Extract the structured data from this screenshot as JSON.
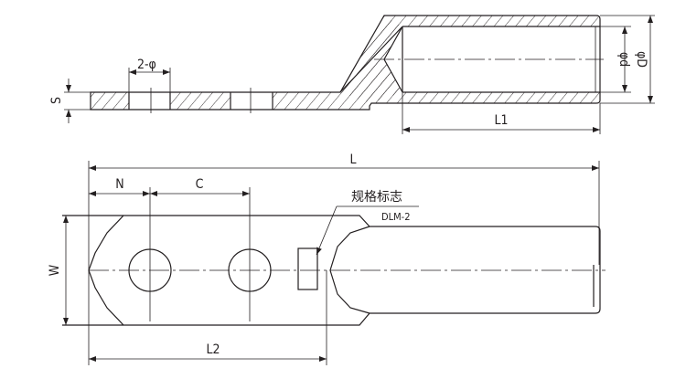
{
  "side_view": {
    "hole_label": "2-φ",
    "thickness_label": "S",
    "inner_diameter_label": "φd",
    "outer_diameter_label": "φD",
    "barrel_length_label": "L1"
  },
  "top_view": {
    "total_length_label": "L",
    "edge_distance_label": "N",
    "hole_spacing_label": "C",
    "width_label": "W",
    "palm_length_label": "L2",
    "marking_label": "规格标志",
    "marking_example": "DLM-2"
  },
  "colors": {
    "line": "#231f20",
    "background": "#ffffff"
  }
}
